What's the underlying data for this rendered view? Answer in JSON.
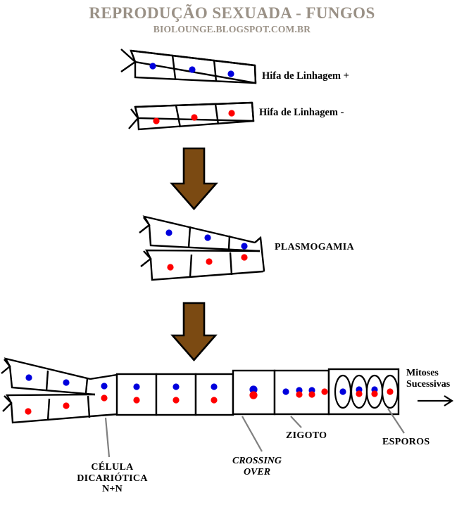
{
  "header": {
    "title": "REPRODUÇÃO SEXUADA - FUNGOS",
    "subtitle": "BIOLOUNGE.BLOGSPOT.COM.BR",
    "title_color": "#9a9186"
  },
  "palette": {
    "nucleus_blue": "#0000dd",
    "nucleus_red": "#ff0000",
    "arrow_brown": "#7b4a12",
    "outline_black": "#000000",
    "leader_gray": "#808080",
    "background": "#ffffff"
  },
  "labels": {
    "hifa_plus": "Hifa de Linhagem +",
    "hifa_minus": "Hifa de Linhagem -",
    "plasmogamia": "PLASMOGAMIA",
    "celula_dicariotica": "CÉLULA\nDICARIÓTICA\nN+N",
    "crossing_over": "CROSSING\nOVER",
    "zigoto": "ZIGOTO",
    "esporos": "ESPOROS",
    "mitoses": "Mitoses\nSucessivas"
  },
  "stages": [
    {
      "name": "hifa-linhagem-positiva",
      "label": "Hifa de Linhagem +",
      "cells": 3,
      "nuclei_per_cell": 1,
      "nucleus_colors": [
        "#0000dd"
      ]
    },
    {
      "name": "hifa-linhagem-negativa",
      "label": "Hifa de Linhagem -",
      "cells": 3,
      "nuclei_per_cell": 1,
      "nucleus_colors": [
        "#ff0000"
      ]
    },
    {
      "name": "plasmogamia",
      "label": "PLASMOGAMIA",
      "cells": 5,
      "fused_cell_nuclei": [
        "#0000dd",
        "#ff0000"
      ]
    },
    {
      "name": "celula-dicariotica",
      "label": "CÉLULA DICARIÓTICA N+N",
      "cells": 3,
      "nuclei_per_cell": 2,
      "nucleus_colors": [
        "#0000dd",
        "#ff0000"
      ]
    },
    {
      "name": "zigoto",
      "label": "ZIGOTO",
      "cells": 1,
      "nuclei_description": "fused blue over red"
    },
    {
      "name": "crossing-over",
      "label": "CROSSING OVER",
      "cells": 1,
      "nuclei": [
        "blue",
        "blue-red",
        "blue-red",
        "red"
      ]
    },
    {
      "name": "esporos",
      "label": "ESPOROS",
      "spores": 4,
      "spore_nuclei": [
        "blue",
        "blue-red",
        "blue-red",
        "red"
      ]
    },
    {
      "name": "mitoses-sucessivas",
      "label": "Mitoses Sucessivas"
    }
  ],
  "arrows": [
    {
      "name": "arrow-down-plasmogamia",
      "direction": "down",
      "color": "#7b4a12"
    },
    {
      "name": "arrow-down-cariogamia",
      "direction": "down",
      "color": "#7b4a12"
    },
    {
      "name": "arrow-right-mitoses",
      "direction": "right",
      "color": "#000000"
    }
  ]
}
